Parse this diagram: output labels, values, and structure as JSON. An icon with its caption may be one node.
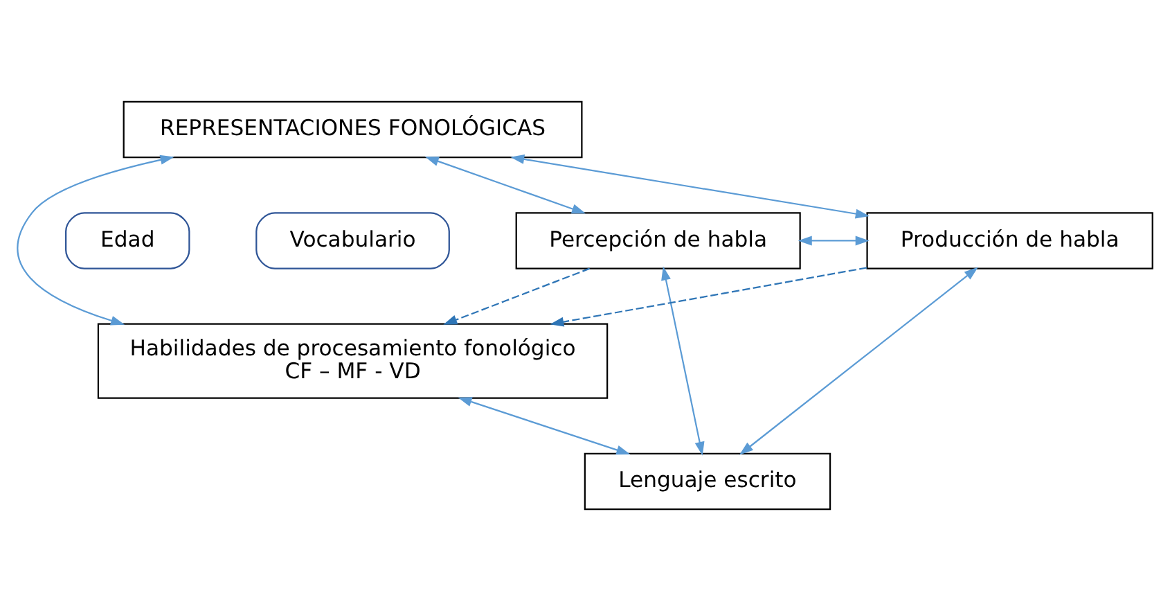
{
  "diagram": {
    "nodes": [
      {
        "text": [
          "REPRESENTACIONES FONOLÓGICAS"
        ]
      },
      {
        "text": [
          "Edad"
        ]
      },
      {
        "text": [
          "Vocabulario"
        ]
      },
      {
        "text": [
          "Habilidades de procesamiento fonológico",
          "CF – MF - VD"
        ]
      },
      {
        "text": [
          "Percepción de habla"
        ]
      },
      {
        "text": [
          "Producción de habla"
        ]
      },
      {
        "text": [
          "Lenguaje escrito"
        ]
      }
    ],
    "edges": [
      {
        "from": 0,
        "to": 3,
        "arrow": "both"
      },
      {
        "from": 0,
        "to": 4,
        "arrow": "both"
      },
      {
        "from": 0,
        "to": 5,
        "arrow": "both"
      },
      {
        "from": 4,
        "to": 3,
        "arrow": "to",
        "style": "dashed",
        "color": "#2e75b6"
      },
      {
        "from": 5,
        "to": 3,
        "arrow": "to",
        "style": "dashed",
        "color": "#2e75b6"
      },
      {
        "from": 4,
        "to": 5,
        "arrow": "both"
      },
      {
        "from": 3,
        "to": 6,
        "arrow": "both"
      },
      {
        "from": 4,
        "to": 6,
        "arrow": "both"
      },
      {
        "from": 5,
        "to": 6,
        "arrow": "both"
      }
    ]
  }
}
